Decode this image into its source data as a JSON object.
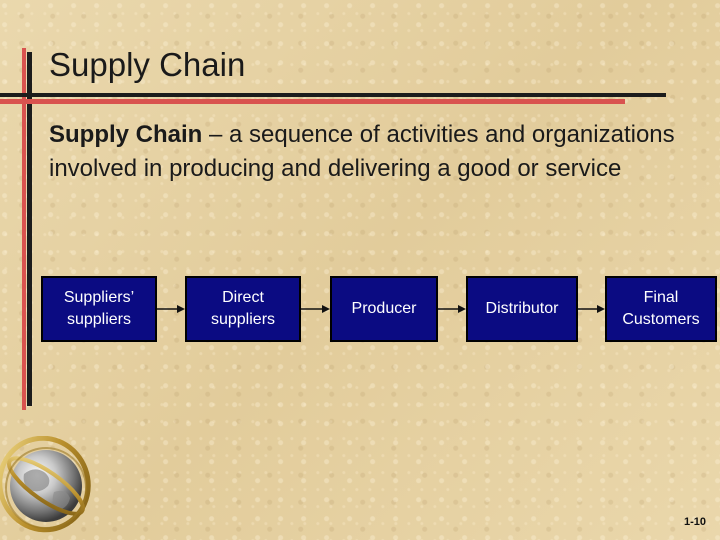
{
  "slide": {
    "title": "Supply Chain",
    "definition_term": "Supply Chain",
    "definition_text": " – a sequence of activities and organizations involved in producing and delivering a good or service",
    "page_number": "1-10"
  },
  "flow": {
    "boxes": [
      {
        "label": "Suppliers’\nsuppliers"
      },
      {
        "label": "Direct\nsuppliers"
      },
      {
        "label": "Producer"
      },
      {
        "label": "Distributor"
      },
      {
        "label": "Final\nCustomers"
      }
    ]
  },
  "colors": {
    "background": "#e7d3a6",
    "box_fill": "#0b0b82",
    "box_text": "#ffffff",
    "accent_red": "#d9534f",
    "accent_dark": "#1c1c1c"
  },
  "icons": [
    "globe-icon",
    "arrow-right-icon"
  ]
}
